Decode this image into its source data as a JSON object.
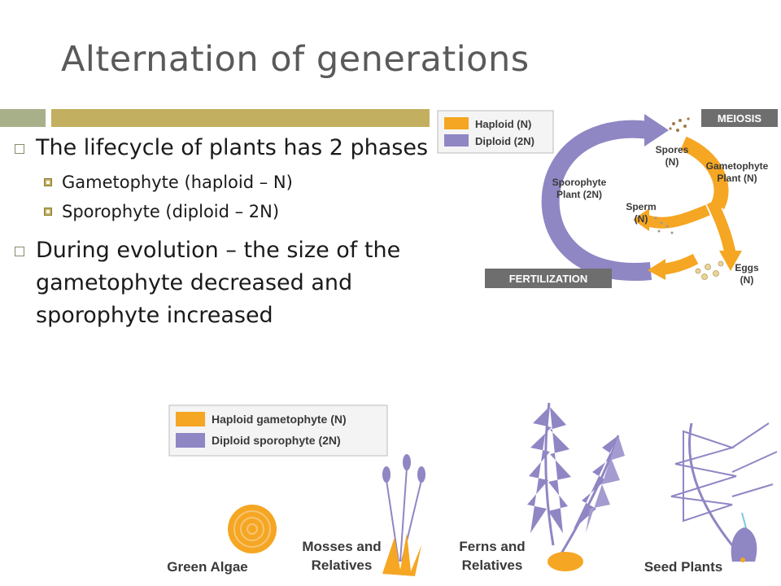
{
  "slide": {
    "title": "Alternation of generations",
    "bullets": [
      {
        "text": "The lifecycle of plants has 2 phases",
        "subbullets": [
          "Gametophyte (haploid – N)",
          "Sporophyte (diploid – 2N)"
        ]
      },
      {
        "text": "During evolution – the size of the gametophyte decreased and sporophyte increased"
      }
    ]
  },
  "cycle_diagram": {
    "legend": [
      "Haploid (N)",
      "Diploid (2N)"
    ],
    "meiosis": "MEIOSIS",
    "fertilization": "FERTILIZATION",
    "spores": [
      "Spores",
      "(N)"
    ],
    "gametophyte": [
      "Gametophyte",
      "Plant (N)"
    ],
    "sporophyte": [
      "Sporophyte",
      "Plant (2N)"
    ],
    "sperm": [
      "Sperm",
      "(N)"
    ],
    "eggs": [
      "Eggs",
      "(N)"
    ]
  },
  "evolution_diagram": {
    "legend": [
      "Haploid gametophyte (N)",
      "Diploid sporophyte (2N)"
    ],
    "groups": [
      [
        "Green Algae"
      ],
      [
        "Mosses and",
        "Relatives"
      ],
      [
        "Ferns and",
        "Relatives"
      ],
      [
        "Seed Plants"
      ]
    ]
  },
  "colors": {
    "haploid": "#f5a623",
    "diploid": "#8f86c4",
    "title": "#5a5a5a",
    "accent_bar": "#c2b060",
    "accent_bar_left": "#a8b08a"
  }
}
